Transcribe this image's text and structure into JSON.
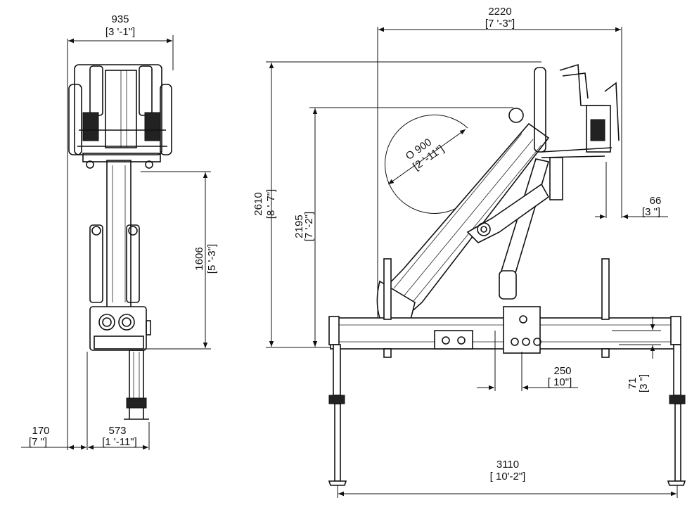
{
  "dimensions": {
    "front_width": {
      "mm": "935",
      "imperial": "[3 '-1\"]"
    },
    "front_height": {
      "mm": "1606",
      "imperial": "[5 '-3\"]"
    },
    "front_offset": {
      "mm": "170",
      "imperial": "[7 \"]"
    },
    "front_base": {
      "mm": "573",
      "imperial": "[1 '-11\"]"
    },
    "side_width": {
      "mm": "2220",
      "imperial": "[7 '-3\"]"
    },
    "side_height_total": {
      "mm": "2610",
      "imperial": "[8 '-7\"]"
    },
    "side_height_boom": {
      "mm": "2195",
      "imperial": "[7 '-2\"]"
    },
    "rotation_diameter": {
      "mm": "O  900",
      "imperial": "[2 '-11\"]"
    },
    "right_offset": {
      "mm": "66",
      "imperial": "[3 \"]"
    },
    "column_offset": {
      "mm": "250",
      "imperial": "[ 10\"]"
    },
    "leg_offset": {
      "mm": "71",
      "imperial": "[3 \"]"
    },
    "outrigger_span": {
      "mm": "3110",
      "imperial": "[ 10'-2\"]"
    }
  }
}
